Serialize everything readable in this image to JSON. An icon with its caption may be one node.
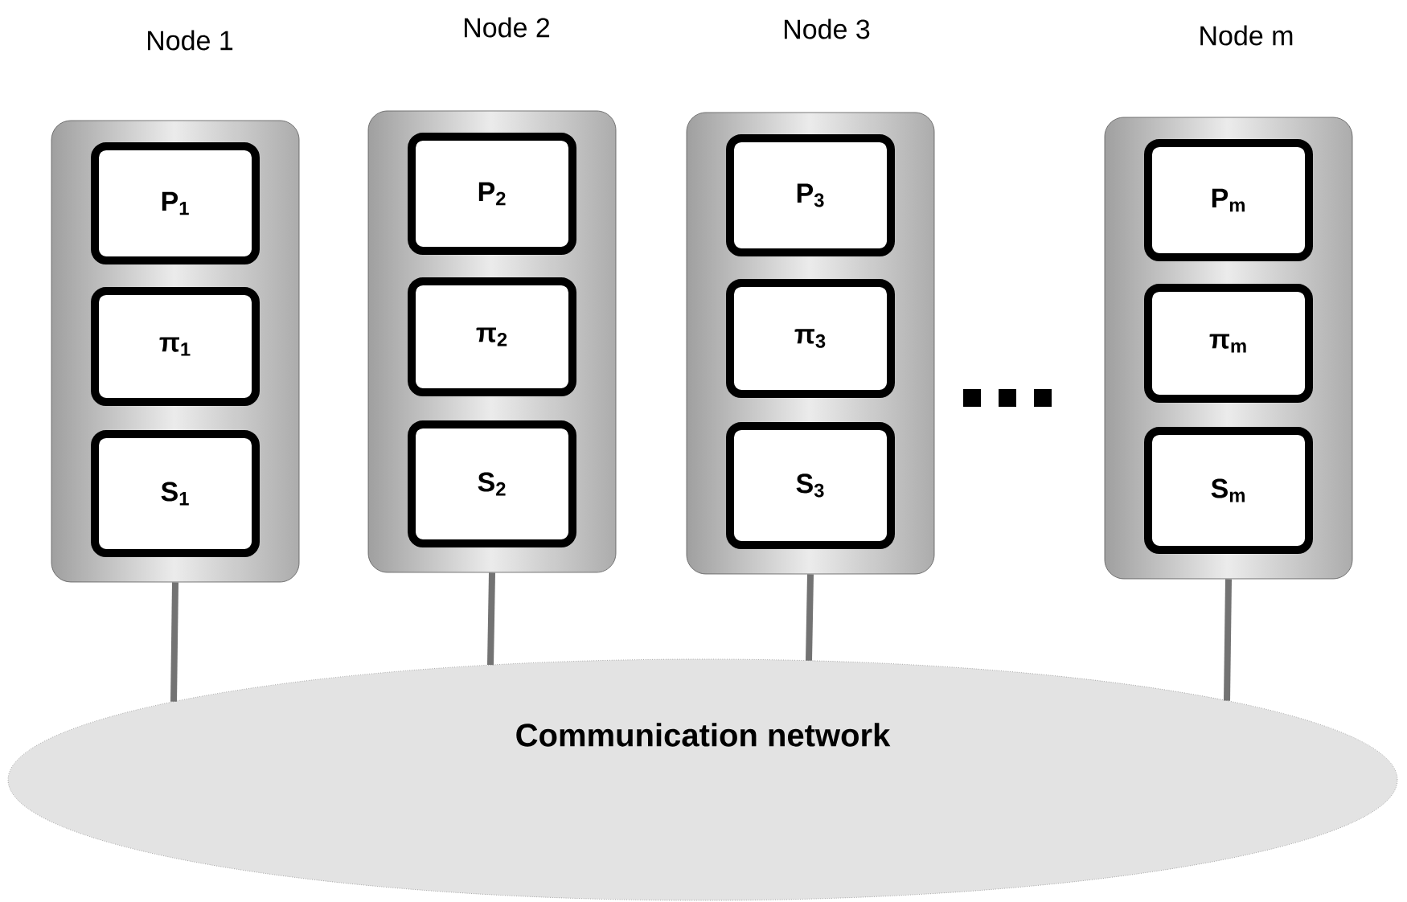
{
  "diagram": {
    "nodes": [
      {
        "text": [
          "Node 1"
        ]
      },
      {
        "text": [
          "P$_{1}$"
        ],
        "in": 0
      },
      {
        "text": [
          "π$_{1}$"
        ],
        "in": 0
      },
      {
        "text": [
          "S$_{1}$"
        ],
        "in": 0
      },
      {
        "text": [
          "Node 2"
        ]
      },
      {
        "text": [
          "P$_{2}$"
        ],
        "in": 4
      },
      {
        "text": [
          "π$_{2}$"
        ],
        "in": 4
      },
      {
        "text": [
          "S$_{2}$"
        ],
        "in": 4
      },
      {
        "text": [
          "Node 3"
        ]
      },
      {
        "text": [
          "P$_{3}$"
        ],
        "in": 8
      },
      {
        "text": [
          "π$_{3}$"
        ],
        "in": 8
      },
      {
        "text": [
          "S$_{3}$"
        ],
        "in": 8
      },
      {
        "text": [
          "Node m"
        ]
      },
      {
        "text": [
          "P$_{m}$"
        ],
        "in": 12
      },
      {
        "text": [
          "π$_{m}$"
        ],
        "in": 12
      },
      {
        "text": [
          "S$_{m}$"
        ],
        "in": 12
      },
      {
        "text": [
          "Communication network"
        ]
      }
    ],
    "edges": [
      {
        "from": 0,
        "to": 16,
        "arrow": "none"
      },
      {
        "from": 4,
        "to": 16,
        "arrow": "none"
      },
      {
        "from": 8,
        "to": 16,
        "arrow": "none"
      },
      {
        "from": 12,
        "to": 16,
        "arrow": "none"
      }
    ]
  }
}
